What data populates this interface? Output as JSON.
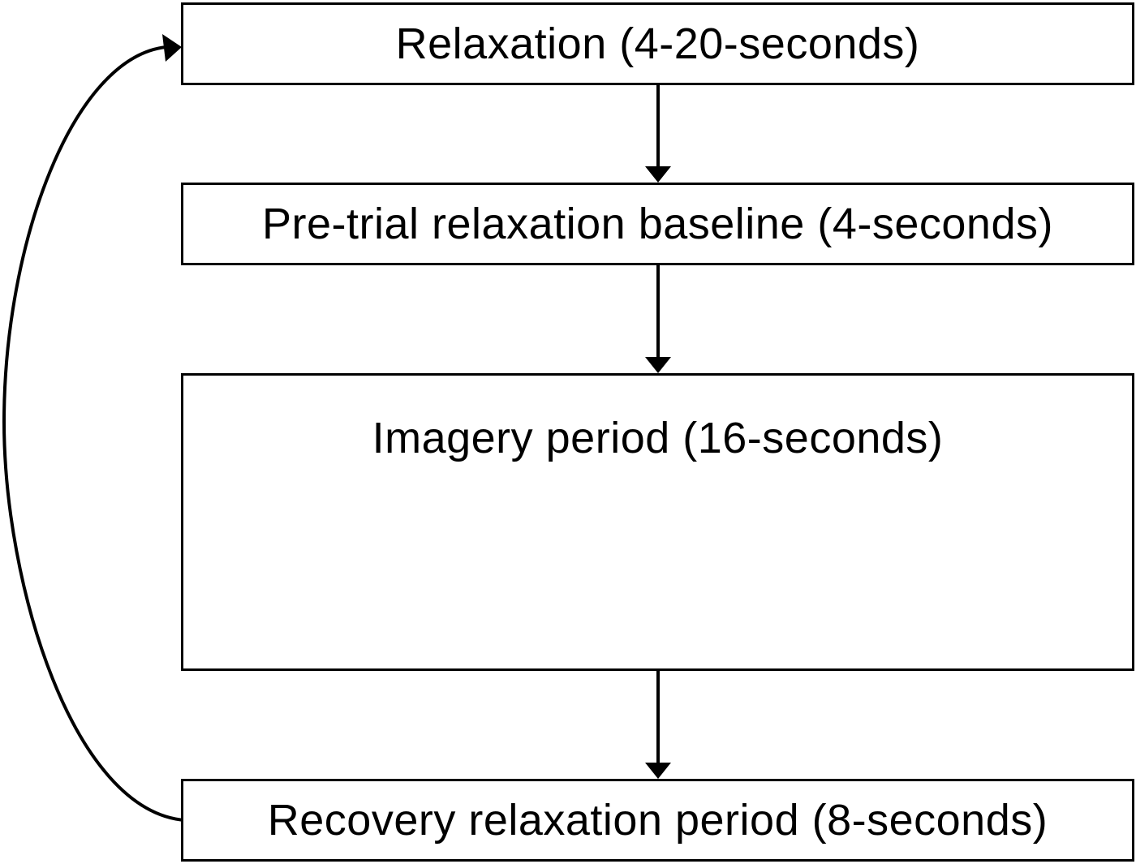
{
  "diagram": {
    "steps": [
      {
        "id": "relaxation",
        "label": "Relaxation (4-20-seconds)"
      },
      {
        "id": "pretrial",
        "label": "Pre-trial relaxation baseline (4-seconds)"
      },
      {
        "id": "imagery",
        "label": "Imagery period (16-seconds)"
      },
      {
        "id": "recovery",
        "label": "Recovery relaxation period (8-seconds)"
      }
    ],
    "edges": [
      {
        "from": "relaxation",
        "to": "pretrial"
      },
      {
        "from": "pretrial",
        "to": "imagery"
      },
      {
        "from": "imagery",
        "to": "recovery"
      },
      {
        "from": "recovery",
        "to": "relaxation",
        "style": "curved-loop-left"
      }
    ],
    "colors": {
      "stroke": "#000000",
      "background": "#ffffff",
      "text": "#000000"
    }
  }
}
